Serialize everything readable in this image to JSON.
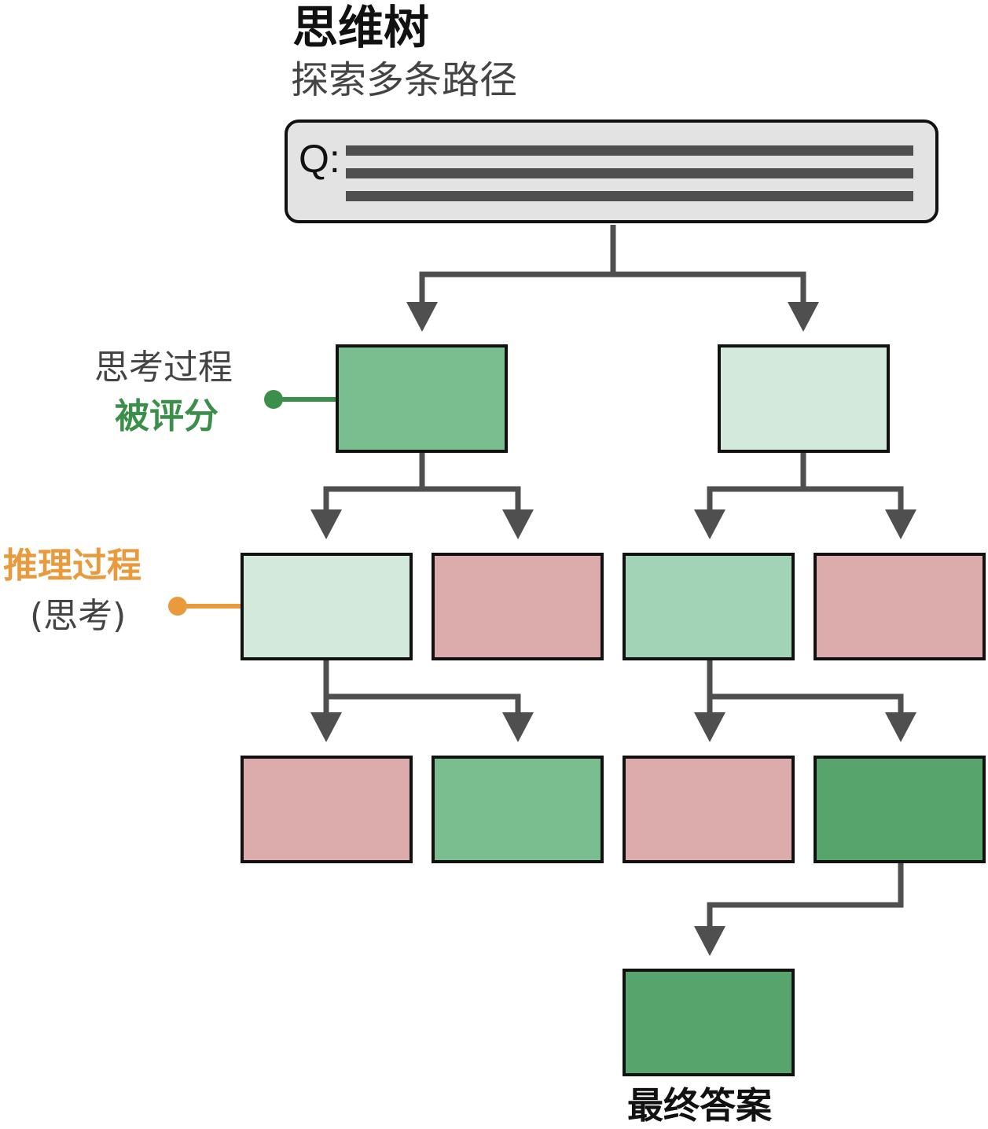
{
  "header": {
    "title": "思维树",
    "subtitle": "探索多条路径"
  },
  "question": {
    "label": "Q:",
    "text_lines": 3
  },
  "annotations": {
    "scored": {
      "line1": "思考过程",
      "line2": "被评分",
      "color": "#3c8f4a"
    },
    "reasoning": {
      "line1": "推理过程",
      "line2": "(思考)",
      "color": "#e89a3c"
    }
  },
  "final_answer_label": "最终答案",
  "colors": {
    "dark_green": "#57a56d",
    "mid_green": "#7abd8f",
    "light_green": "#a3d3b6",
    "pale_green": "#d2e9dc",
    "red": "#dcabab",
    "question_bg": "#e3e3e3",
    "edge": "#4f4f4f"
  },
  "tree": {
    "level1": [
      {
        "id": "A",
        "state": "mid_green"
      },
      {
        "id": "B",
        "state": "pale_green"
      }
    ],
    "level2": [
      {
        "id": "A1",
        "parent": "A",
        "state": "pale_green"
      },
      {
        "id": "A2",
        "parent": "A",
        "state": "red"
      },
      {
        "id": "B1",
        "parent": "B",
        "state": "light_green"
      },
      {
        "id": "B2",
        "parent": "B",
        "state": "red"
      }
    ],
    "level3": [
      {
        "id": "A1a",
        "parent": "A1",
        "state": "red"
      },
      {
        "id": "A1b",
        "parent": "A1",
        "state": "mid_green"
      },
      {
        "id": "B1a",
        "parent": "B1",
        "state": "red"
      },
      {
        "id": "B1b",
        "parent": "B1",
        "state": "dark_green"
      }
    ],
    "final": {
      "id": "F",
      "parent": "B1b",
      "state": "dark_green"
    }
  }
}
